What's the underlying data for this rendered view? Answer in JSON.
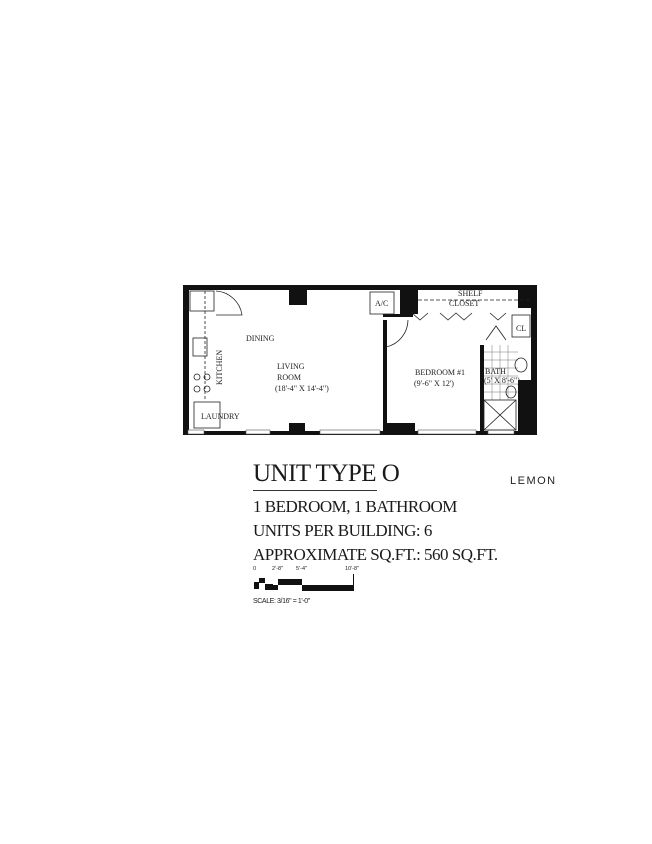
{
  "plan": {
    "rooms": {
      "dining": "DINING",
      "living_1": "LIVING",
      "living_2": "ROOM",
      "living_dim": "(18'-4\" X 14'-4\")",
      "kitchen": "KITCHEN",
      "laundry": "LAUNDRY",
      "ac": "A/C",
      "shelf": "SHELF",
      "closet": "CLOSET",
      "cl": "CL",
      "bedroom": "BEDROOM #1",
      "bedroom_dim": "(9'-6\" X 12')",
      "bath": "BATH",
      "bath_dim": "(5' X 8'-6\")"
    }
  },
  "info": {
    "title": "UNIT TYPE O",
    "line1": "1 BEDROOM, 1 BATHROOM",
    "line2": "UNITS PER BUILDING: 6",
    "line3": "APPROXIMATE SQ.FT.: 560 SQ.FT.",
    "brand": "LEMON"
  },
  "scale": {
    "ticks": [
      "0",
      "2'-8\"",
      "5'-4\"",
      "10'-8\""
    ],
    "note": "SCALE: 3/16\" = 1'-0\""
  }
}
